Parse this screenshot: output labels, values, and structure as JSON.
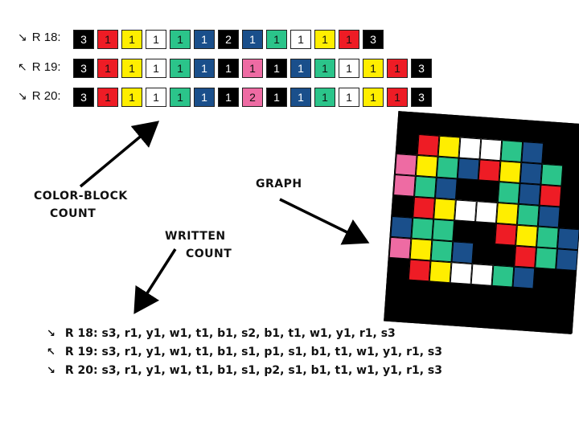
{
  "colors": {
    "s": "#000000",
    "r": "#ee1c25",
    "y": "#ffee00",
    "w": "#ffffff",
    "t": "#2bc48a",
    "b": "#1a4f8b",
    "p": "#ee6ba3"
  },
  "rows": [
    {
      "label": "R 18:",
      "dir": "↘",
      "cells": [
        [
          "s",
          "3"
        ],
        [
          "r",
          "1"
        ],
        [
          "y",
          "1"
        ],
        [
          "w",
          "1"
        ],
        [
          "t",
          "1"
        ],
        [
          "b",
          "1"
        ],
        [
          "s",
          "2"
        ],
        [
          "b",
          "1"
        ],
        [
          "t",
          "1"
        ],
        [
          "w",
          "1"
        ],
        [
          "y",
          "1"
        ],
        [
          "r",
          "1"
        ],
        [
          "s",
          "3"
        ]
      ]
    },
    {
      "label": "R 19:",
      "dir": "↖",
      "cells": [
        [
          "s",
          "3"
        ],
        [
          "r",
          "1"
        ],
        [
          "y",
          "1"
        ],
        [
          "w",
          "1"
        ],
        [
          "t",
          "1"
        ],
        [
          "b",
          "1"
        ],
        [
          "s",
          "1"
        ],
        [
          "p",
          "1"
        ],
        [
          "s",
          "1"
        ],
        [
          "b",
          "1"
        ],
        [
          "t",
          "1"
        ],
        [
          "w",
          "1"
        ],
        [
          "y",
          "1"
        ],
        [
          "r",
          "1"
        ],
        [
          "s",
          "3"
        ]
      ]
    },
    {
      "label": "R 20:",
      "dir": "↘",
      "cells": [
        [
          "s",
          "3"
        ],
        [
          "r",
          "1"
        ],
        [
          "y",
          "1"
        ],
        [
          "w",
          "1"
        ],
        [
          "t",
          "1"
        ],
        [
          "b",
          "1"
        ],
        [
          "s",
          "1"
        ],
        [
          "p",
          "2"
        ],
        [
          "s",
          "1"
        ],
        [
          "b",
          "1"
        ],
        [
          "t",
          "1"
        ],
        [
          "w",
          "1"
        ],
        [
          "y",
          "1"
        ],
        [
          "r",
          "1"
        ],
        [
          "s",
          "3"
        ]
      ]
    }
  ],
  "annotations": {
    "color_block_line1": "COLOR-BLOCK",
    "color_block_line2": "COUNT",
    "graph": "GRAPH",
    "written_line1": "WRITTEN",
    "written_line2": "COUNT"
  },
  "written_counts": [
    {
      "dir": "↘",
      "text": "R 18: s3, r1, y1, w1, t1, b1, s2, b1, t1, w1, y1, r1, s3"
    },
    {
      "dir": "↖",
      "text": "R 19: s3, r1, y1, w1, t1, b1, s1, p1, s1, b1, t1, w1, y1, r1, s3"
    },
    {
      "dir": "↘",
      "text": "R 20: s3, r1, y1, w1, t1, b1, s1, p2, s1, b1, t1, w1, y1, r1, s3"
    }
  ],
  "graph_grid": [
    "sssssssss",
    "srywwtbss",
    "pytbrybts",
    "ptbsstbrs",
    "srywwytbs",
    "bttssrytb",
    "pytbssrtb",
    "srywwtbss",
    "sssssssss",
    "sssssssss"
  ]
}
